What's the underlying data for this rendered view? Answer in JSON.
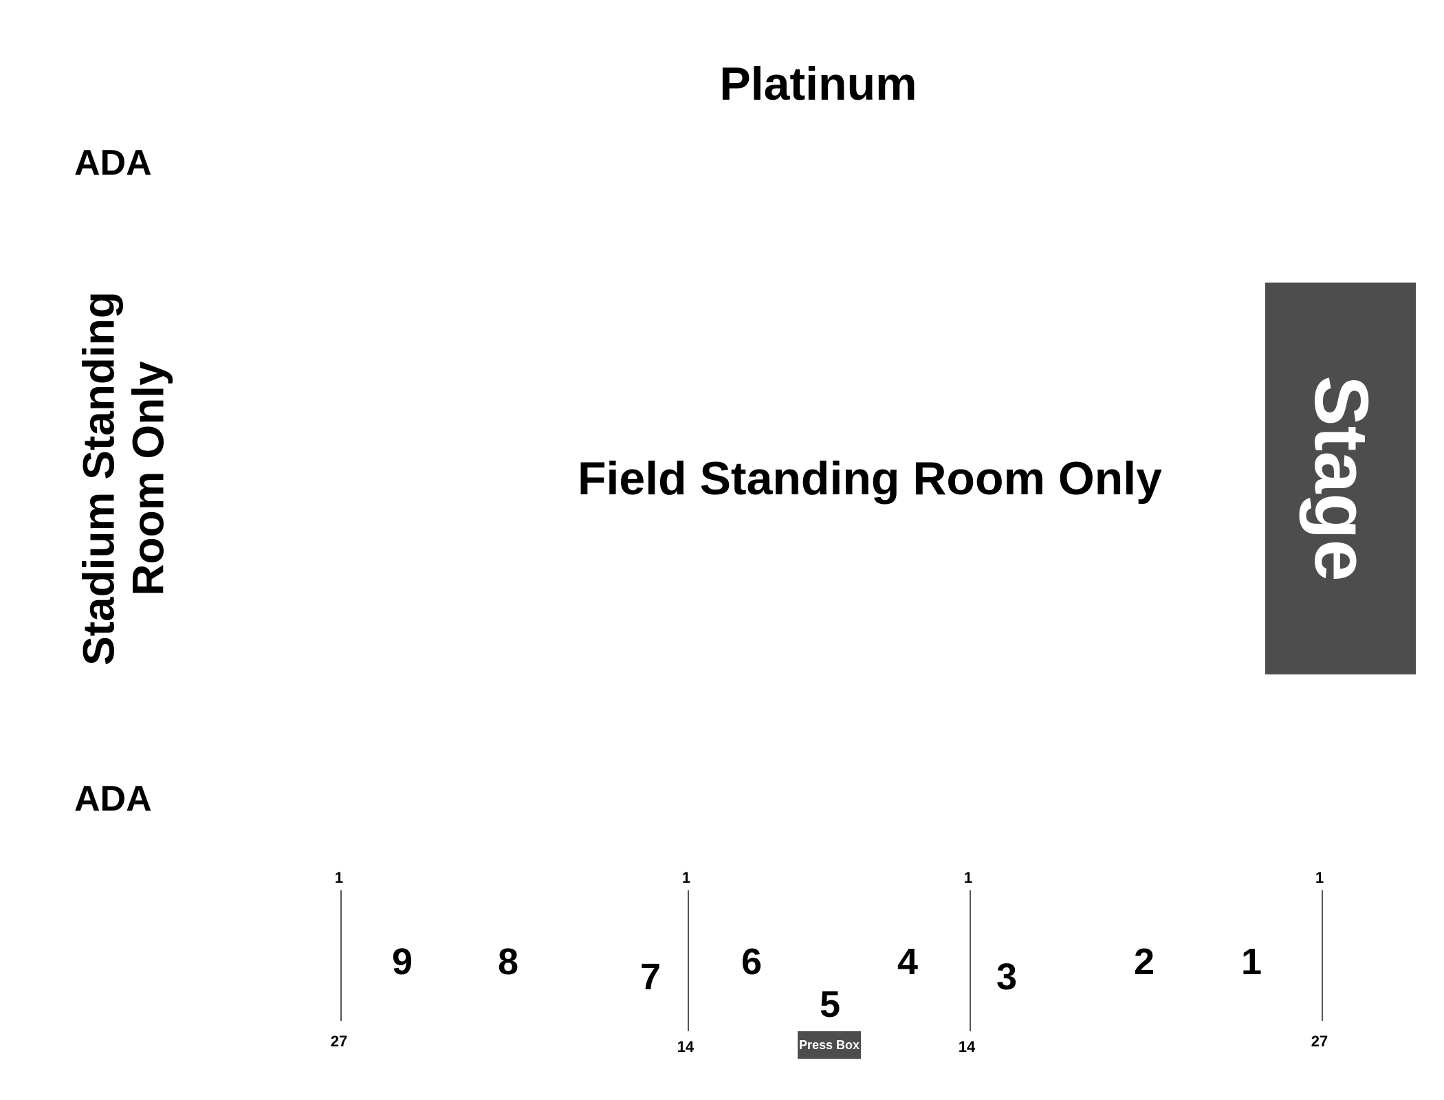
{
  "zones": {
    "platinum": "Platinum",
    "ada_top": "ADA",
    "ada_bottom": "ADA",
    "stadium_standing": "Stadium Standing Room Only",
    "field_standing": "Field Standing Room Only",
    "stage": "Stage",
    "press_box": "Press Box"
  },
  "sections": [
    "9",
    "8",
    "7",
    "6",
    "5",
    "4",
    "3",
    "2",
    "1"
  ],
  "row_markers": {
    "a_top": "1",
    "a_bottom": "27",
    "b_top": "1",
    "b_bottom": "14",
    "c_top": "1",
    "c_bottom": "14",
    "d_top": "1",
    "d_bottom": "27"
  },
  "colors": {
    "stage_fill": "#4d4d4d",
    "press_box_fill": "#4d4d4d",
    "background": "#ffffff",
    "text": "#000000"
  }
}
